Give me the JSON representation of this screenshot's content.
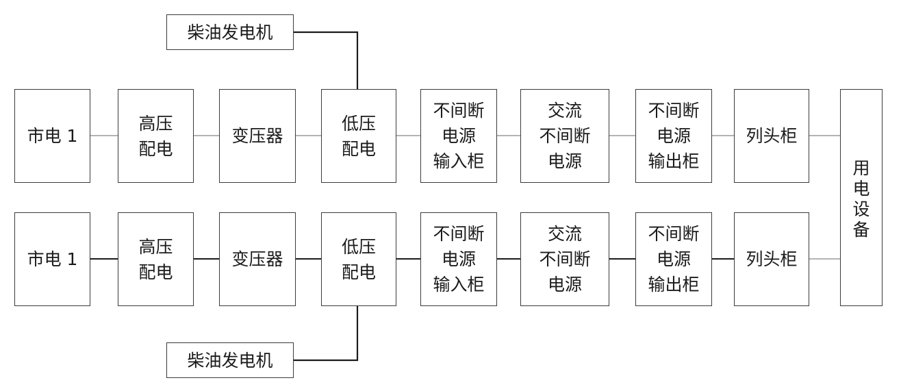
{
  "row1": {
    "utility": "市电 1",
    "hv_distribution": "高压\n配电",
    "transformer": "变压器",
    "lv_distribution": "低压\n配电",
    "ups_input": "不间断\n电源\n输入柜",
    "ac_ups": "交流\n不间断\n电源",
    "ups_output": "不间断\n电源\n输出柜",
    "head_cabinet": "列头柜"
  },
  "row2": {
    "utility": "市电 1",
    "hv_distribution": "高压\n配电",
    "transformer": "变压器",
    "lv_distribution": "低压\n配电",
    "ups_input": "不间断\n电源\n输入柜",
    "ac_ups": "交流\n不间断\n电源",
    "ups_output": "不间断\n电源\n输出柜",
    "head_cabinet": "列头柜"
  },
  "generator_top": "柴油发电机",
  "generator_bottom": "柴油发电机",
  "load": "用\n电\n设\n备",
  "colors": {
    "box_border": "#3a3a3a",
    "thin_line": "#9a9a9a",
    "feeder_line": "#1a1a1a",
    "text": "#1a1a1a"
  }
}
